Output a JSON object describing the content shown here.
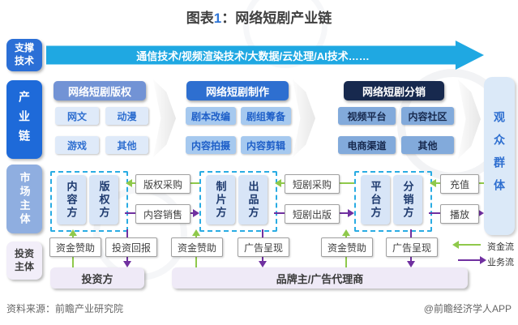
{
  "title": {
    "prefix": "图表",
    "num": "1",
    "rest": "：网络短剧产业链"
  },
  "support_tech": {
    "label": "支撑技术",
    "arrow_text": "通信技术/视频渲染技术/大数据/云处理/AI技术……"
  },
  "rails": {
    "industry_chain": "产业链",
    "market_players": "市场主体",
    "investors": "投资主体"
  },
  "industry_chain": {
    "sections": [
      {
        "title": "网络短剧版权",
        "items": [
          "网文",
          "动漫",
          "游戏",
          "其他"
        ]
      },
      {
        "title": "网络短剧制作",
        "items": [
          "剧本改编",
          "剧组筹备",
          "内容拍摄",
          "内容剪辑"
        ]
      },
      {
        "title": "网络短剧分销",
        "items": [
          "视频平台",
          "内容社区",
          "电商渠道",
          "其他"
        ]
      }
    ],
    "audience": "观众群体"
  },
  "market_row": {
    "groups": [
      {
        "roles": [
          "内容方",
          "版权方"
        ]
      },
      {
        "roles": [
          "制片方",
          "出品方"
        ]
      },
      {
        "roles": [
          "平台方",
          "分销方"
        ]
      }
    ],
    "flows": [
      "版权采购",
      "内容销售",
      "短剧采购",
      "短剧出版",
      "充值",
      "播放"
    ]
  },
  "bottom_row": {
    "labels": [
      "资金赞助",
      "投资回报",
      "资金赞助",
      "广告呈现",
      "资金赞助",
      "广告呈现"
    ],
    "investor": "投资方",
    "brand": "品牌主/广告代理商"
  },
  "legend": {
    "money": "资金流",
    "business": "业务流"
  },
  "footer": {
    "source": "资料来源：前瞻产业研究院",
    "credit": "@前瞻经济学人APP"
  },
  "colors": {
    "tech_arrow_cyan": "#1FA8E2",
    "money_green": "#8FC94B",
    "business_purple": "#7030A0",
    "dashed_border_cyan": "#2AACE3",
    "distribution_navy": "#17294E",
    "primary_blue": "#2E6FD0",
    "copyright_header_blue": "#7293D5",
    "market_rail_blue": "#8FAEE0",
    "lavender_box": "#EFEAF7"
  }
}
